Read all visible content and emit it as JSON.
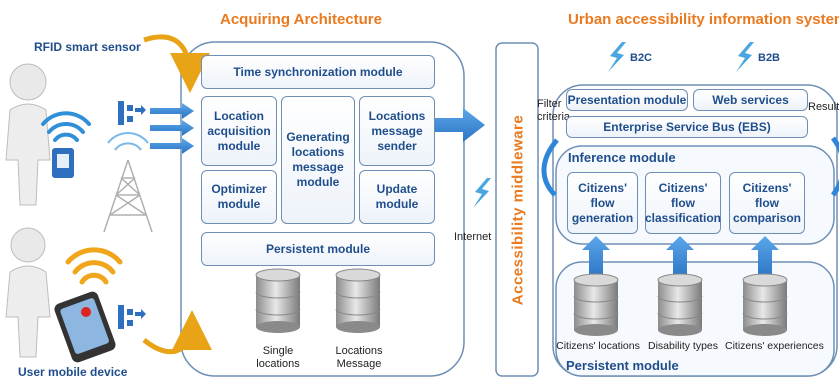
{
  "titles": {
    "acquiring": "Acquiring Architecture",
    "urban": "Urban accessibility information system"
  },
  "left": {
    "rfid_label": "RFID smart sensor",
    "mobile_label": "User mobile device"
  },
  "acquiring": {
    "time_sync": "Time synchronization module",
    "location_acq": "Location acquisition module",
    "generating": "Generating locations message module",
    "locations_sender": "Locations message sender",
    "optimizer": "Optimizer module",
    "update": "Update module",
    "persistent": "Persistent module",
    "db_single": "Single locations",
    "db_locations": "Locations Message"
  },
  "middle": {
    "internet": "Internet",
    "middleware": "Accessibility middleware"
  },
  "urban": {
    "b2c": "B2C",
    "b2b": "B2B",
    "filter": "Filter criteria",
    "results": "Results",
    "presentation": "Presentation module",
    "web_services": "Web services",
    "ebs": "Enterprise Service Bus (EBS)",
    "inference": "Inference module",
    "flow_gen": "Citizens' flow generation",
    "flow_class": "Citizens' flow classification",
    "flow_comp": "Citizens' flow comparison",
    "db_locations": "Citizens' locations",
    "db_disability": "Disability types",
    "db_experiences": "Citizens' experiences",
    "persistent": "Persistent module"
  },
  "colors": {
    "orange": "#E97A1F",
    "blue_text": "#1F4E8C",
    "arrow_blue": "#2E86D9",
    "box_border": "#6E8FB5"
  }
}
